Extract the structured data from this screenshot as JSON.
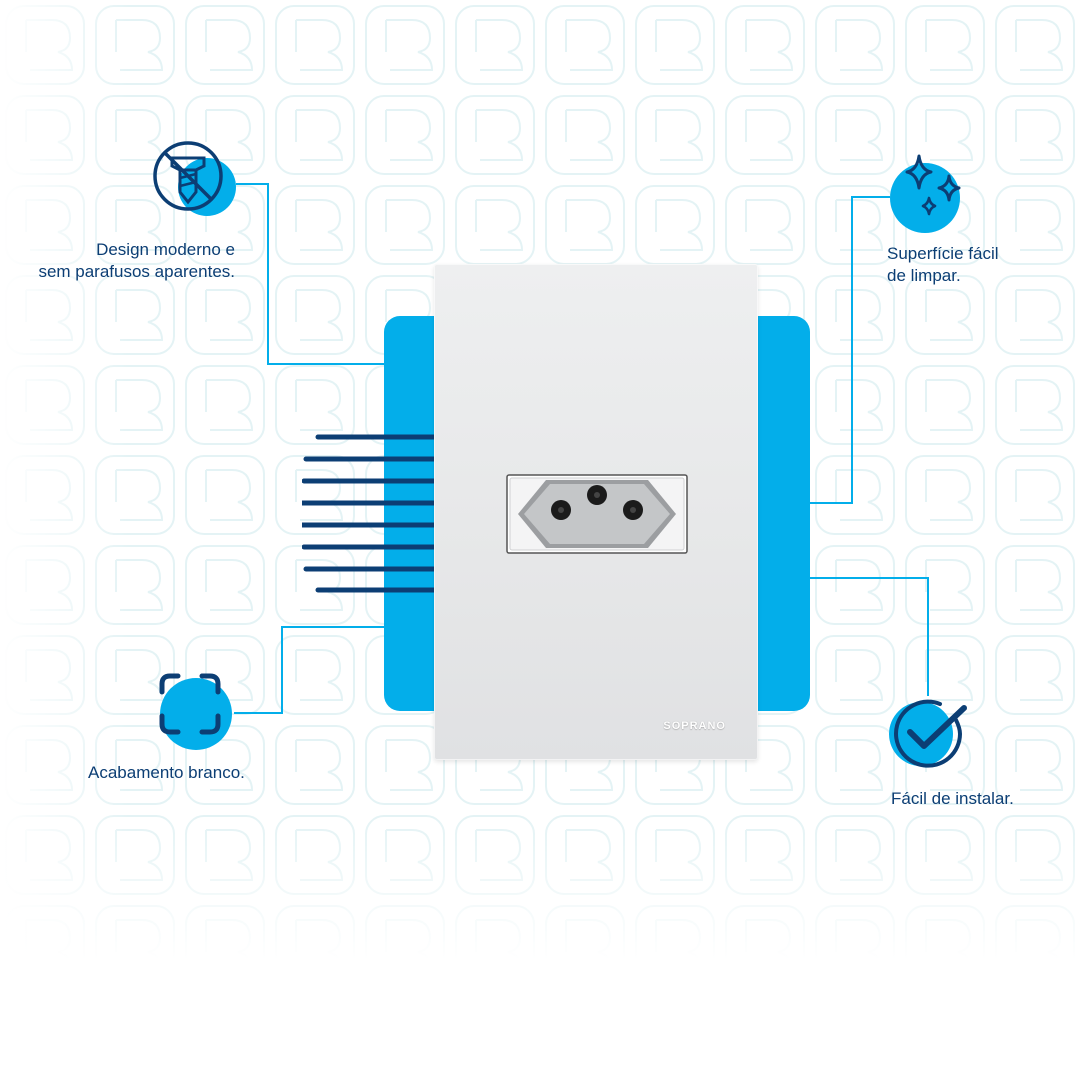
{
  "features": {
    "design": {
      "label": "Design moderno e\nsem parafusos aparentes.",
      "icon": "screw-crossed-icon"
    },
    "surface": {
      "label": "Superfície fácil\nde limpar.",
      "icon": "sparkle-icon"
    },
    "finish": {
      "label": "Acabamento branco.",
      "icon": "frame-corners-icon"
    },
    "install": {
      "label": "Fácil de instalar.",
      "icon": "check-circle-icon"
    }
  },
  "product": {
    "brand": "SOPRANO",
    "type": "wall-outlet-plate"
  },
  "colors": {
    "accent": "#03aeea",
    "navy": "#0c3e74",
    "pattern": "#e4f3f5",
    "plate": "#e8e9ea"
  }
}
